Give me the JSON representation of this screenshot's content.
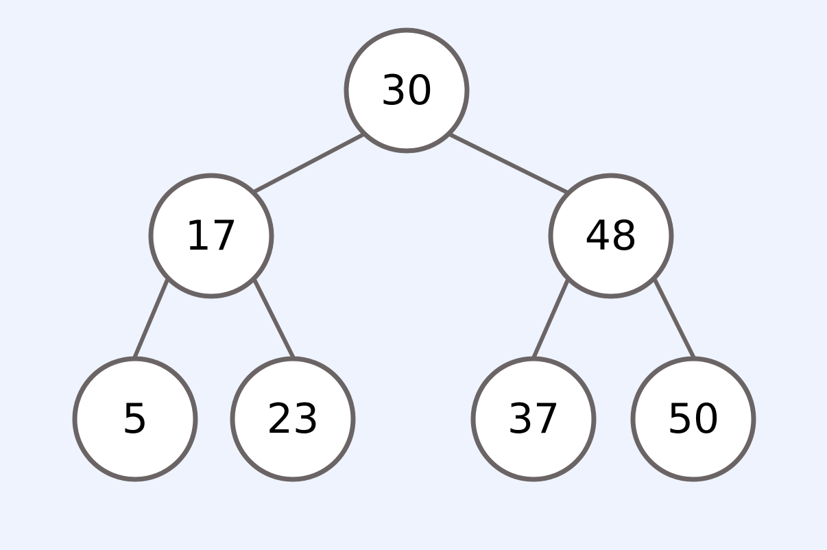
{
  "colors": {
    "background": "#eef3fd",
    "node_fill": "#ffffff",
    "node_stroke": "#6b6465",
    "edge": "#6b6465",
    "text": "#000000"
  },
  "tree": {
    "root": {
      "label": "30"
    },
    "left": {
      "label": "17"
    },
    "right": {
      "label": "48"
    },
    "left_left": {
      "label": "5"
    },
    "left_right": {
      "label": "23"
    },
    "right_left": {
      "label": "37"
    },
    "right_right": {
      "label": "50"
    }
  }
}
